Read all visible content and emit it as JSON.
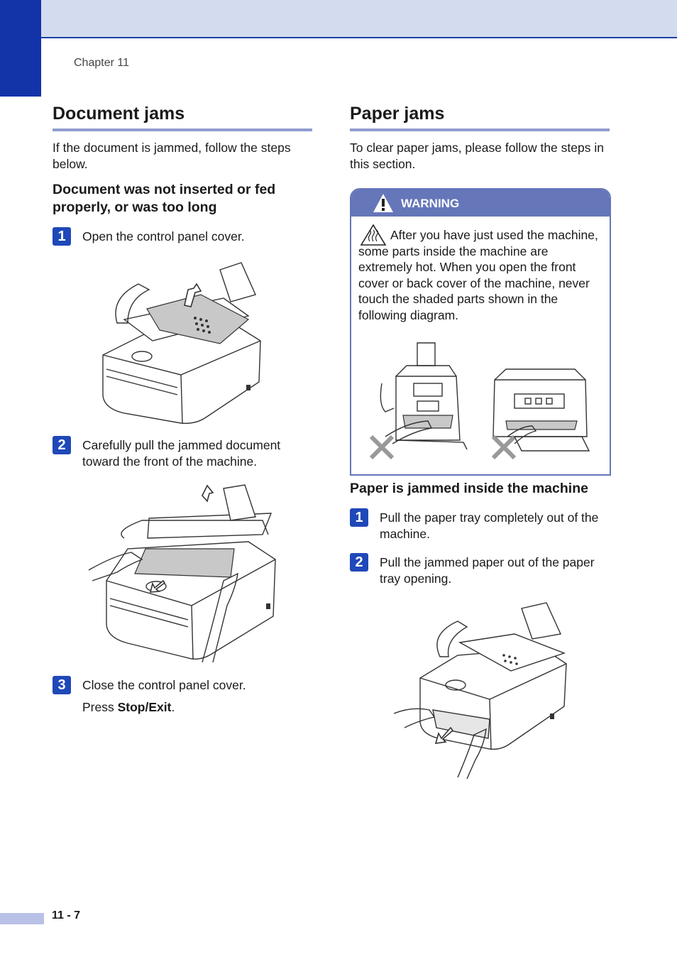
{
  "header": {
    "chapter": "Chapter 11"
  },
  "left": {
    "title": "Document jams",
    "intro": "If the document is jammed, follow the steps below.",
    "subtitle": "Document was not inserted or fed properly, or was too long",
    "steps": [
      {
        "num": "1",
        "text": "Open the control panel cover."
      },
      {
        "num": "2",
        "text": "Carefully pull the jammed document toward the front of the machine."
      },
      {
        "num": "3",
        "text": "Close the control panel cover."
      }
    ],
    "press_prefix": "Press ",
    "press_key": "Stop/Exit",
    "press_suffix": "."
  },
  "right": {
    "title": "Paper jams",
    "intro": "To clear paper jams, please follow the steps in this section.",
    "warning": {
      "label": "WARNING",
      "text": "After you have just used the machine, some parts inside the machine are extremely hot. When you open the front cover or back cover of the machine, never touch the shaded parts shown in the following diagram."
    },
    "subtitle": "Paper is jammed inside the machine",
    "steps": [
      {
        "num": "1",
        "text": "Pull the paper tray completely out of the machine."
      },
      {
        "num": "2",
        "text": "Pull the jammed paper out of the paper tray opening."
      }
    ]
  },
  "footer": {
    "page": "11 - 7"
  },
  "colors": {
    "accent": "#1234a8",
    "step_badge": "#1f48b8",
    "warning": "#6576b9"
  }
}
